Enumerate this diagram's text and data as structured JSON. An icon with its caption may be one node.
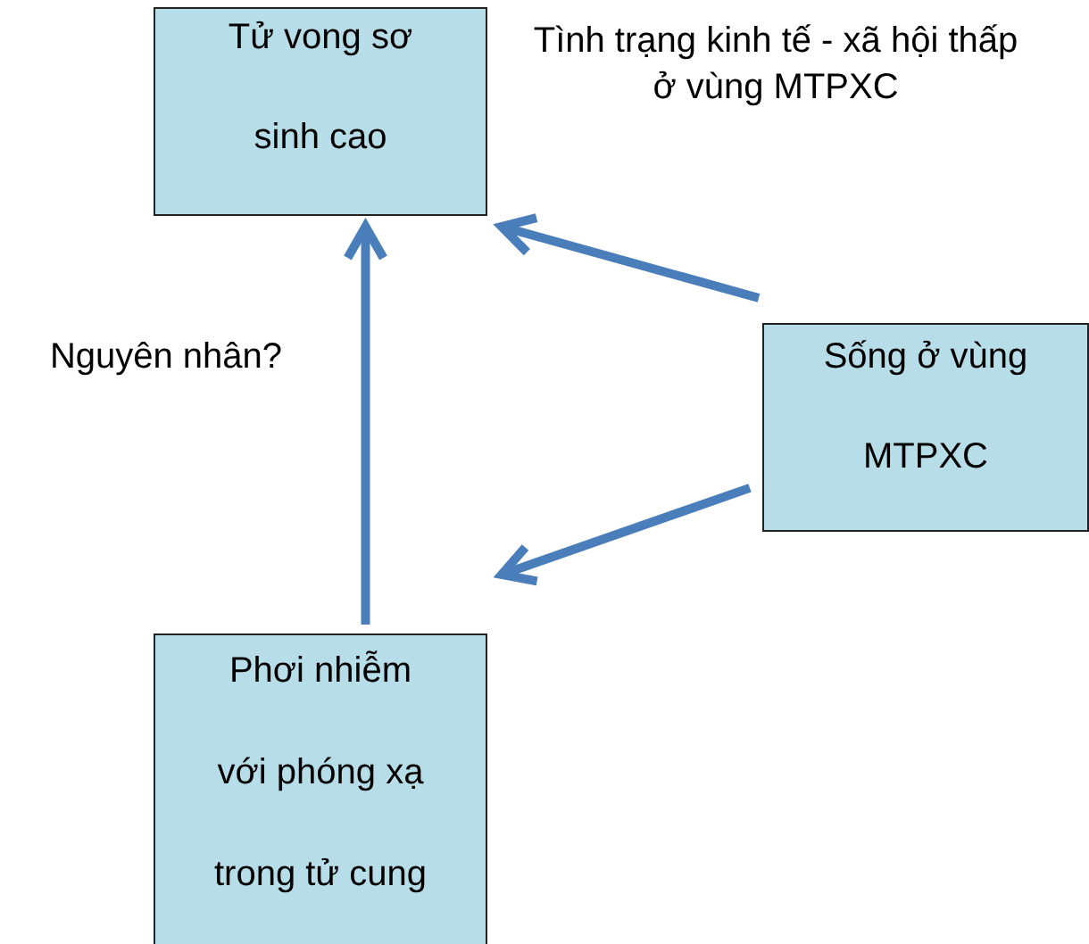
{
  "diagram": {
    "nodes": [
      {
        "text": [
          "Tử vong sơ sinh cao"
        ]
      },
      {
        "text": [
          "Sống ở vùng MTPXC"
        ]
      },
      {
        "text": [
          "Phơi nhiễm với phóng xạ trong tử cung"
        ]
      }
    ],
    "edges": [
      {
        "from": 1,
        "to": 0,
        "arrow": "to"
      },
      {
        "from": 1,
        "to": 2,
        "arrow": "to"
      },
      {
        "from": 2,
        "to": 0,
        "arrow": "to"
      }
    ],
    "labels": [
      "Tình trạng kinh tế - xã hội thấp ở vùng MTPXC",
      "Nguyên nhân?"
    ]
  }
}
